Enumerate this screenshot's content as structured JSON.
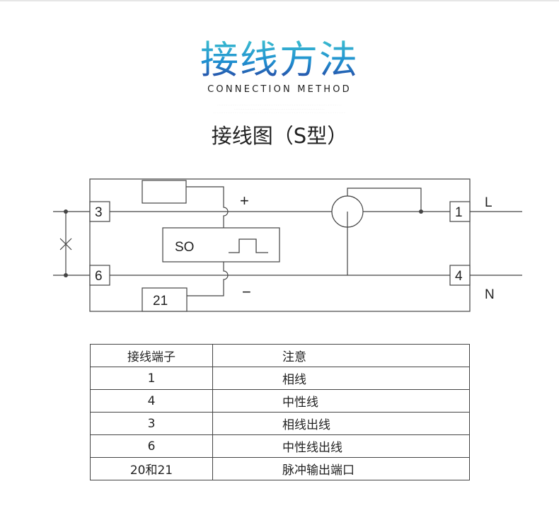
{
  "header": {
    "title_cn": "接线方法",
    "title_en": "CONNECTION METHOD",
    "subtitle": "接线图（S型）"
  },
  "diagram": {
    "terminals": {
      "t3": "3",
      "t6": "6",
      "t1": "1",
      "t4": "4",
      "t21": "21"
    },
    "labels": {
      "plus": "+",
      "minus": "−",
      "so": "SO",
      "L": "L",
      "N": "N"
    }
  },
  "table": {
    "headers": [
      "接线端子",
      "注意"
    ],
    "rows": [
      [
        "1",
        "相线"
      ],
      [
        "4",
        "中性线"
      ],
      [
        "3",
        "相线出线"
      ],
      [
        "6",
        "中性线出线"
      ],
      [
        "20和21",
        "脉冲输出端口"
      ]
    ]
  },
  "colors": {
    "title_gradient_top": "#3fc1cf",
    "title_gradient_bottom": "#2a3d9c",
    "line": "#444444"
  }
}
